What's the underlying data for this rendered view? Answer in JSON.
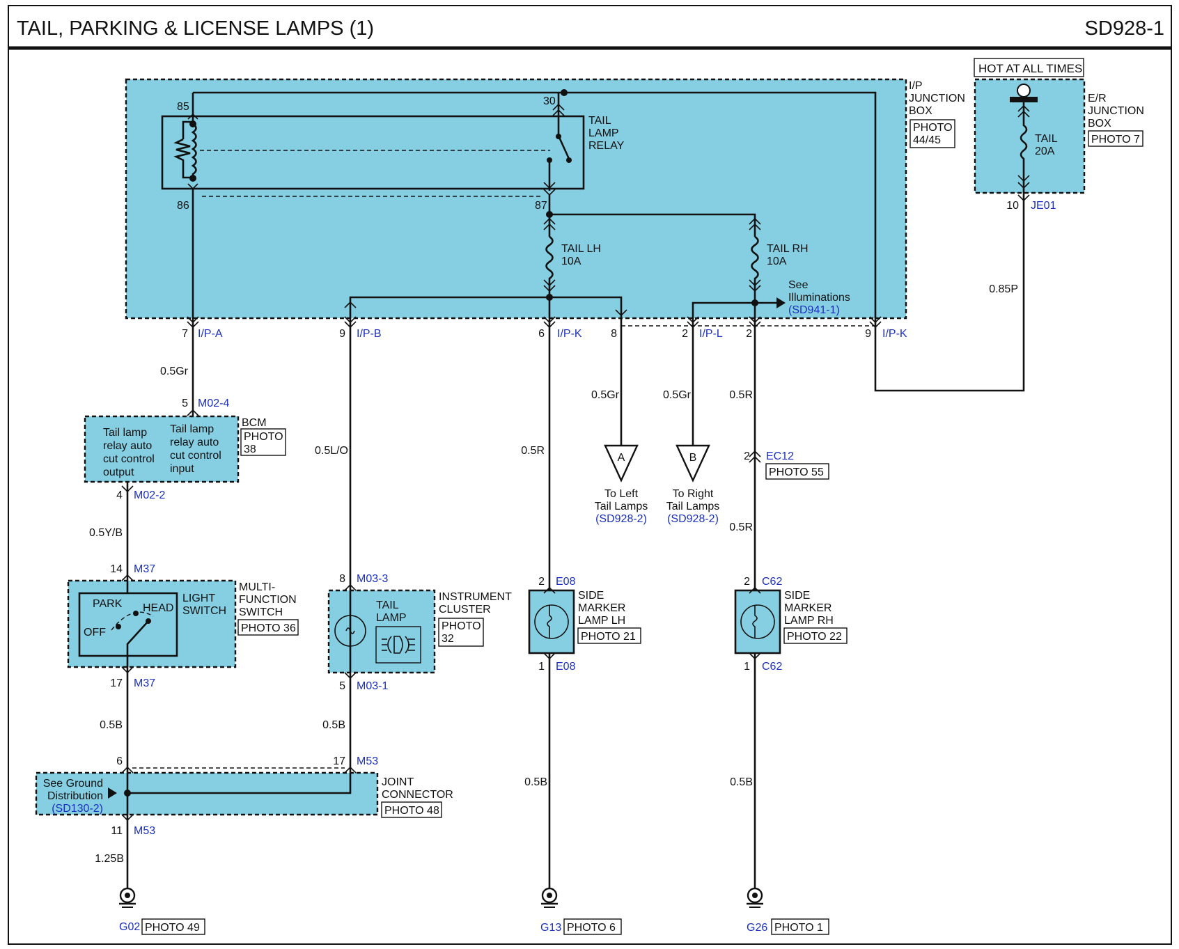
{
  "colors": {
    "fill": "#86cfe3",
    "line": "#111111",
    "ref": "#1a2fbf"
  },
  "header": {
    "title": "TAIL, PARKING & LICENSE LAMPS (1)",
    "code": "SD928-1"
  },
  "hot_label": "HOT AT ALL TIMES",
  "fuse_er": {
    "name": "TAIL",
    "rating": "20A"
  },
  "er_box": {
    "l1": "E/R",
    "l2": "JUNCTION",
    "l3": "BOX",
    "photo": "PHOTO 7"
  },
  "ip_box": {
    "l1": "I/P",
    "l2": "JUNCTION",
    "l3": "BOX",
    "photo1": "PHOTO",
    "photo2": "44/45"
  },
  "relay": {
    "l1": "TAIL",
    "l2": "LAMP",
    "l3": "RELAY",
    "p85": "85",
    "p86": "86",
    "p30": "30",
    "p87": "87"
  },
  "fuse_lh": {
    "name": "TAIL LH",
    "rating": "10A"
  },
  "fuse_rh": {
    "name": "TAIL RH",
    "rating": "10A"
  },
  "illum": {
    "l1": "See",
    "l2": "Illuminations",
    "ref": "(SD941-1)"
  },
  "conn_ip": [
    {
      "pin": "7",
      "name": "I/P-A"
    },
    {
      "pin": "9",
      "name": "I/P-B"
    },
    {
      "pin": "6",
      "name": "I/P-K"
    },
    {
      "pin": "8",
      "name": ""
    },
    {
      "pin": "2",
      "name": "I/P-L"
    },
    {
      "pin": "2",
      "name": ""
    },
    {
      "pin": "9",
      "name": "I/P-K"
    }
  ],
  "er_conn": {
    "pin": "10",
    "name": "JE01"
  },
  "wires": {
    "w1": "0.5Gr",
    "w2": "0.5Y/B",
    "w3": "0.5B",
    "w4": "1.25B",
    "w5": "0.5L/O",
    "w6": "0.5B",
    "w7": "0.5R",
    "w8": "0.5B",
    "w9": "0.5Gr",
    "w10": "0.5Gr",
    "w11": "0.5R",
    "w12": "0.5R",
    "w13": "0.5B",
    "w14": "0.85P"
  },
  "bcm": {
    "title": "BCM",
    "photo1": "PHOTO",
    "photo2": "38",
    "left": [
      "Tail lamp",
      "relay auto",
      "cut control",
      "output"
    ],
    "right": [
      "Tail lamp",
      "relay auto",
      "cut control",
      "input"
    ],
    "top_pin": "5",
    "top_conn": "M02-4",
    "bot_pin": "4",
    "bot_conn": "M02-2"
  },
  "mfs": {
    "l1": "MULTI-",
    "l2": "FUNCTION",
    "l3": "SWITCH",
    "photo": "PHOTO 36",
    "sw1": "LIGHT",
    "sw2": "SWITCH",
    "park": "PARK",
    "head": "HEAD",
    "off": "OFF",
    "top_pin": "14",
    "top_conn": "M37",
    "bot_pin": "17",
    "bot_conn": "M37"
  },
  "cluster": {
    "l1": "INSTRUMENT",
    "l2": "CLUSTER",
    "photo1": "PHOTO",
    "photo2": "32",
    "lamp1": "TAIL",
    "lamp2": "LAMP",
    "top_pin": "8",
    "top_conn": "M03-3",
    "bot_pin": "5",
    "bot_conn": "M03-1"
  },
  "joint": {
    "l1": "JOINT",
    "l2": "CONNECTOR",
    "photo": "PHOTO 48",
    "see1": "See Ground",
    "see2": "Distribution",
    "ref": "(SD130-2)",
    "p6": "6",
    "p17": "17",
    "c17": "M53",
    "p11": "11",
    "c11": "M53"
  },
  "marker_lh": {
    "l1": "SIDE",
    "l2": "MARKER",
    "l3": "LAMP LH",
    "photo": "PHOTO 21",
    "top_pin": "2",
    "top_conn": "E08",
    "bot_pin": "1",
    "bot_conn": "E08"
  },
  "marker_rh": {
    "l1": "SIDE",
    "l2": "MARKER",
    "l3": "LAMP RH",
    "photo": "PHOTO 22",
    "top_pin": "2",
    "top_conn": "C62",
    "bot_pin": "1",
    "bot_conn": "C62"
  },
  "ec12": {
    "pin": "2",
    "conn": "EC12",
    "photo": "PHOTO 55"
  },
  "off_a": {
    "letter": "A",
    "l1": "To Left",
    "l2": "Tail Lamps",
    "ref": "(SD928-2)"
  },
  "off_b": {
    "letter": "B",
    "l1": "To Right",
    "l2": "Tail Lamps",
    "ref": "(SD928-2)"
  },
  "grounds": [
    {
      "name": "G02",
      "photo": "PHOTO 49"
    },
    {
      "name": "G13",
      "photo": "PHOTO 6"
    },
    {
      "name": "G26",
      "photo": "PHOTO 1"
    }
  ]
}
